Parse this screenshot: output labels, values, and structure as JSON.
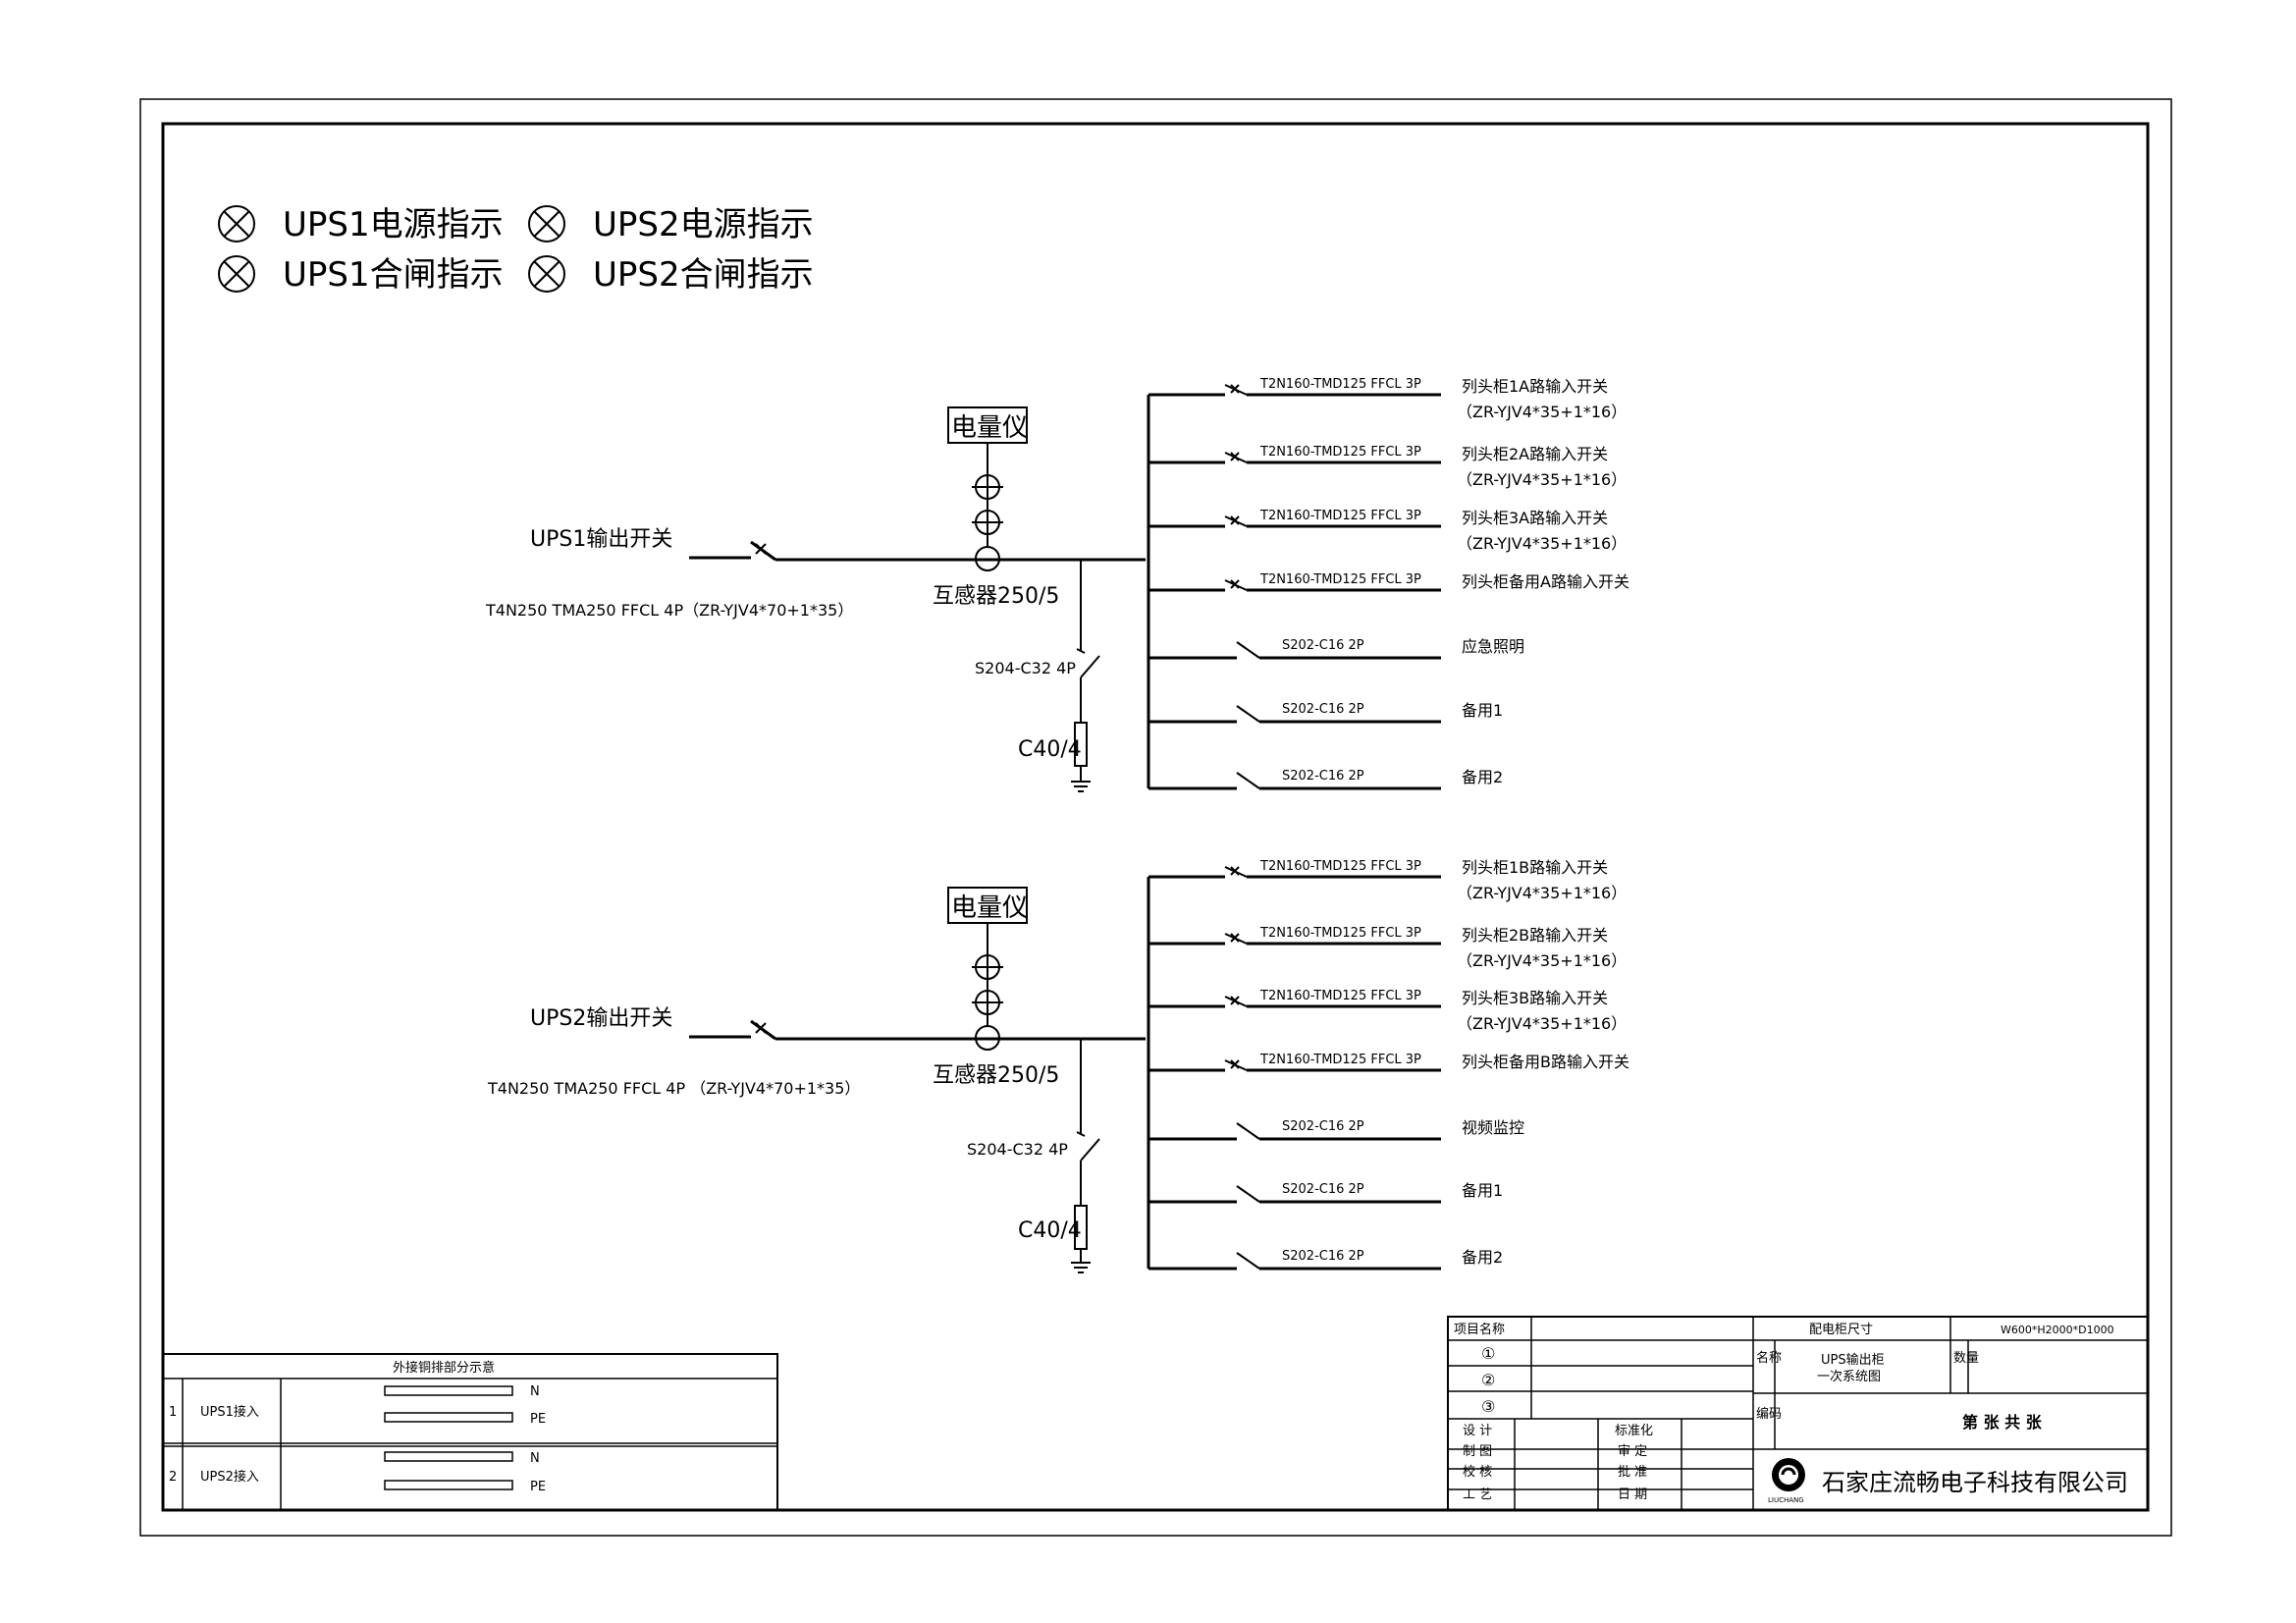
{
  "legend": {
    "items": [
      {
        "label": "UPS1电源指示"
      },
      {
        "label": "UPS2电源指示"
      },
      {
        "label": "UPS1合闸指示"
      },
      {
        "label": "UPS2合闸指示"
      }
    ]
  },
  "sections": [
    {
      "meter": "电量仪",
      "incoming": "UPS1输出开关",
      "incoming_spec": "T4N250 TMA250  FFCL 4P（ZR-YJV4*70+1*35）",
      "ct": "互感器250/5",
      "spd_switch": "S204-C32 4P",
      "spd": "C40/4",
      "feeders": [
        {
          "device": "T2N160-TMD125 FFCL 3P",
          "name": "列头柜1A路输入开关",
          "cable": "（ZR-YJV4*35+1*16）"
        },
        {
          "device": "T2N160-TMD125 FFCL 3P",
          "name": "列头柜2A路输入开关",
          "cable": "（ZR-YJV4*35+1*16）"
        },
        {
          "device": "T2N160-TMD125 FFCL 3P",
          "name": "列头柜3A路输入开关",
          "cable": "（ZR-YJV4*35+1*16）"
        },
        {
          "device": "T2N160-TMD125 FFCL 3P",
          "name": "列头柜备用A路输入开关",
          "cable": ""
        },
        {
          "device": "S202-C16 2P",
          "name": "应急照明",
          "cable": ""
        },
        {
          "device": "S202-C16 2P",
          "name": "备用1",
          "cable": ""
        },
        {
          "device": "S202-C16 2P",
          "name": "备用2",
          "cable": ""
        }
      ]
    },
    {
      "meter": "电量仪",
      "incoming": "UPS2输出开关",
      "incoming_spec": "T4N250 TMA250  FFCL 4P （ZR-YJV4*70+1*35）",
      "ct": "互感器250/5",
      "spd_switch": "S204-C32 4P",
      "spd": "C40/4",
      "feeders": [
        {
          "device": "T2N160-TMD125 FFCL 3P",
          "name": "列头柜1B路输入开关",
          "cable": "（ZR-YJV4*35+1*16）"
        },
        {
          "device": "T2N160-TMD125 FFCL 3P",
          "name": "列头柜2B路输入开关",
          "cable": "（ZR-YJV4*35+1*16）"
        },
        {
          "device": "T2N160-TMD125 FFCL 3P",
          "name": "列头柜3B路输入开关",
          "cable": "（ZR-YJV4*35+1*16）"
        },
        {
          "device": "T2N160-TMD125 FFCL 3P",
          "name": "列头柜备用B路输入开关",
          "cable": ""
        },
        {
          "device": "S202-C16 2P",
          "name": "视频监控",
          "cable": ""
        },
        {
          "device": "S202-C16 2P",
          "name": "备用1",
          "cable": ""
        },
        {
          "device": "S202-C16 2P",
          "name": "备用2",
          "cable": ""
        }
      ]
    }
  ],
  "busbar_table": {
    "title": "外接铜排部分示意",
    "rows": [
      {
        "no": "1",
        "name": "UPS1接入",
        "bars": [
          "N",
          "PE"
        ]
      },
      {
        "no": "2",
        "name": "UPS2接入",
        "bars": [
          "N",
          "PE"
        ]
      }
    ]
  },
  "title_block": {
    "project_label": "项目名称",
    "rows_nums": [
      "①",
      "②",
      "③"
    ],
    "size_label": "配电柜尺寸",
    "size_value": "W600*H2000*D1000",
    "name_label": "名称",
    "name_value_1": "UPS输出柜",
    "name_value_2": "一次系统图",
    "qty_label": "数量",
    "code_label": "编码",
    "sheet_text": "第    张  共    张",
    "roles_left": [
      "设  计",
      "制  图",
      "校  核",
      "工  艺"
    ],
    "roles_right": [
      "标准化",
      "审  定",
      "批  准",
      "日  期"
    ],
    "company": "石家庄流畅电子科技有限公司",
    "logo_text": "LIUCHANG"
  }
}
